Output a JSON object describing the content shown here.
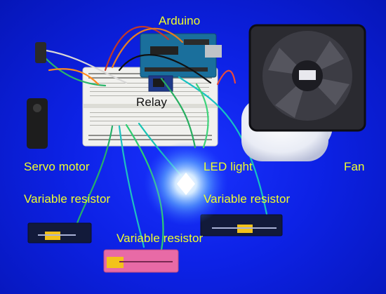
{
  "labels": {
    "arduino": "Arduino",
    "relay": "Relay",
    "servo_motor": "Servo motor",
    "led_light": "LED light",
    "fan": "Fan",
    "variable_resistor_left": "Variable resistor",
    "variable_resistor_right": "Variable resistor",
    "variable_resistor_bottom": "Variable resistor"
  },
  "colors": {
    "background": "#0d22e6",
    "label_text": "#f0ff2a",
    "led_glow": "#e8f6ff"
  }
}
